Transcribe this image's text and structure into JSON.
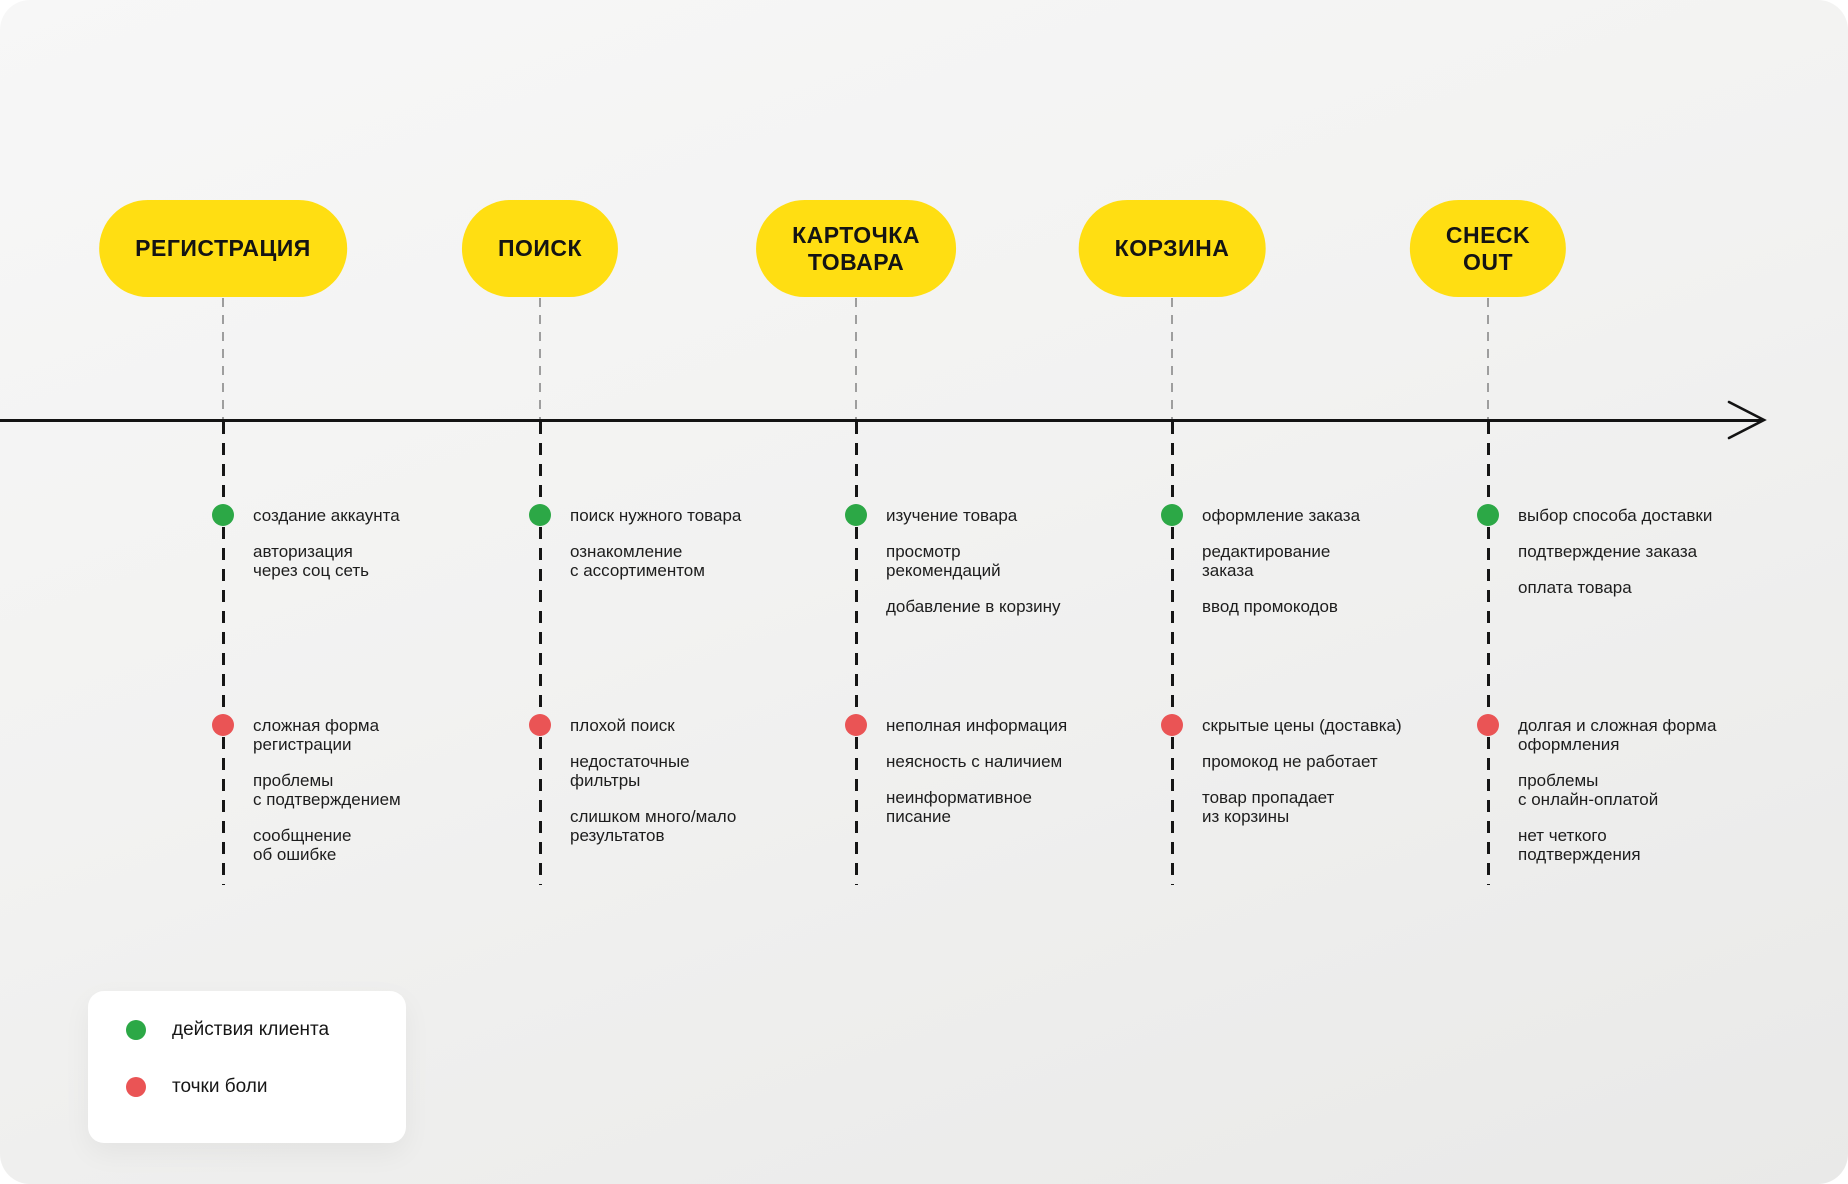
{
  "colors": {
    "stage_pill": "#FFDE12",
    "client_action": "#2CA846",
    "pain_point": "#EA5455",
    "background": "#F2F2F1"
  },
  "stages": [
    {
      "label": "РЕГИСТРАЦИЯ",
      "actions": [
        "создание аккаунта",
        "авторизация\nчерез соц сеть"
      ],
      "pains": [
        "сложная форма\nрегистрации",
        "проблемы\nс подтверждением",
        "сообщнение\nоб ошибке"
      ]
    },
    {
      "label": "ПОИСК",
      "actions": [
        "поиск нужного товара",
        "ознакомление\nс ассортиментом"
      ],
      "pains": [
        "плохой поиск",
        "недостаточные\nфильтры",
        "слишком много/мало\nрезультатов"
      ]
    },
    {
      "label": "КАРТОЧКА\nТОВАРА",
      "actions": [
        "изучение товара",
        "просмотр\nрекомендаций",
        "добавление в корзину"
      ],
      "pains": [
        "неполная информация",
        "неясность с наличием",
        "неинформативное\nписание"
      ]
    },
    {
      "label": "КОРЗИНА",
      "actions": [
        "оформление заказа",
        "редактирование\nзаказа",
        "ввод промокодов"
      ],
      "pains": [
        "скрытые цены (доставка)",
        "промокод не работает",
        "товар пропадает\nиз корзины"
      ]
    },
    {
      "label": "CHECK OUT",
      "actions": [
        "выбор способа доставки",
        "подтверждение заказа",
        "оплата товара"
      ],
      "pains": [
        "долгая и сложная форма\nоформления",
        "проблемы\nс онлайн-оплатой",
        "нет четкого\nподтверждения"
      ]
    }
  ],
  "legend": {
    "items": [
      {
        "label": "действия клиента"
      },
      {
        "label": "точки боли"
      }
    ]
  }
}
